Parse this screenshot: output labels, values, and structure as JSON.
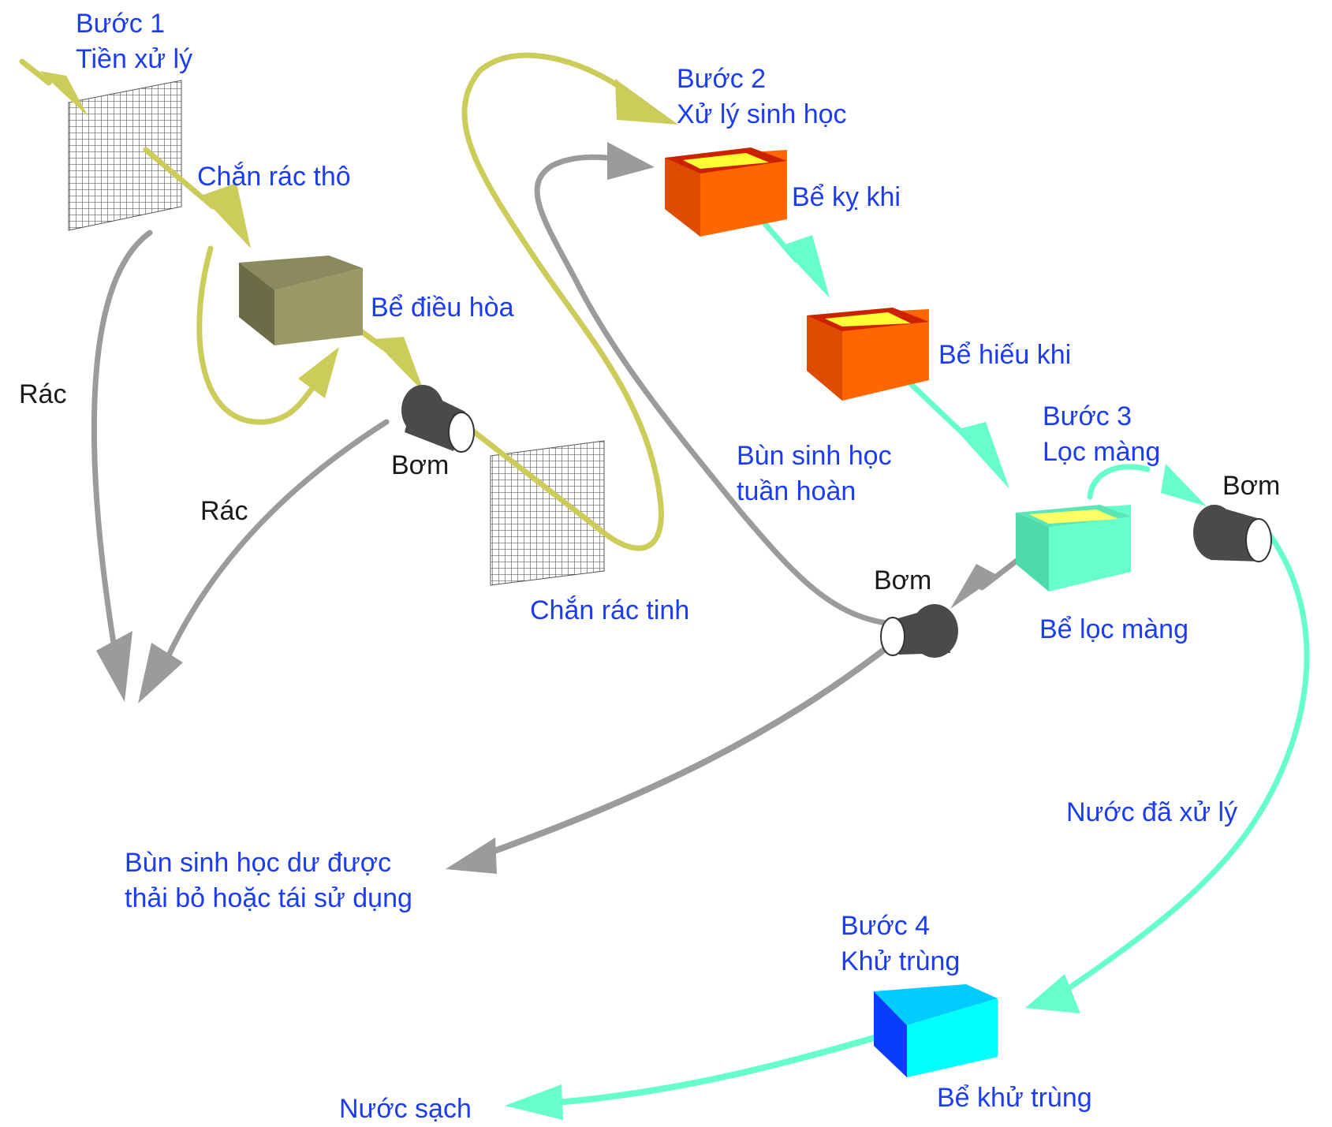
{
  "steps": {
    "step1": {
      "line1": "Bước 1",
      "line2": "Tiền xử lý"
    },
    "step2": {
      "line1": "Bước 2",
      "line2": "Xử lý sinh học"
    },
    "step3": {
      "line1": "Bước 3",
      "line2": "Lọc màng"
    },
    "step4": {
      "line1": "Bước 4",
      "line2": "Khử trùng"
    }
  },
  "labels": {
    "coarse_screen": "Chắn rác thô",
    "equalization_tank": "Bể điều hòa",
    "fine_screen": "Chắn rác tinh",
    "anaerobic_tank": "Bể kỵ khi",
    "aerobic_tank": "Bể hiếu khi",
    "membrane_tank": "Bể lọc màng",
    "disinfection_tank": "Bể khử trùng",
    "pump_1": "Bơm",
    "pump_2": "Bơm",
    "pump_3": "Bơm",
    "waste_1": "Rác",
    "waste_2": "Rác",
    "recirculated_sludge_line1": "Bùn sinh học",
    "recirculated_sludge_line2": "tuần hoàn",
    "excess_sludge_line1": "Bùn sinh học dư được",
    "excess_sludge_line2": "thải bỏ hoặc tái sử dụng",
    "treated_water": "Nước đã xử lý",
    "clean_water": "Nước sạch"
  },
  "colors": {
    "label_blue": "#1c3cf2",
    "label_black": "#1a1a1a",
    "pretreatment_flow": "#cccc5a",
    "sludge_flow": "#9b9b9b",
    "water_flow": "#66ffcc",
    "equalization_tank": "#999966",
    "bio_tank": "#ff6600",
    "tank_fill": "#ffff33",
    "membrane_tank": "#66ffcc",
    "disinfection_tank": "#00ffff",
    "pump": "#4a4a4a"
  }
}
